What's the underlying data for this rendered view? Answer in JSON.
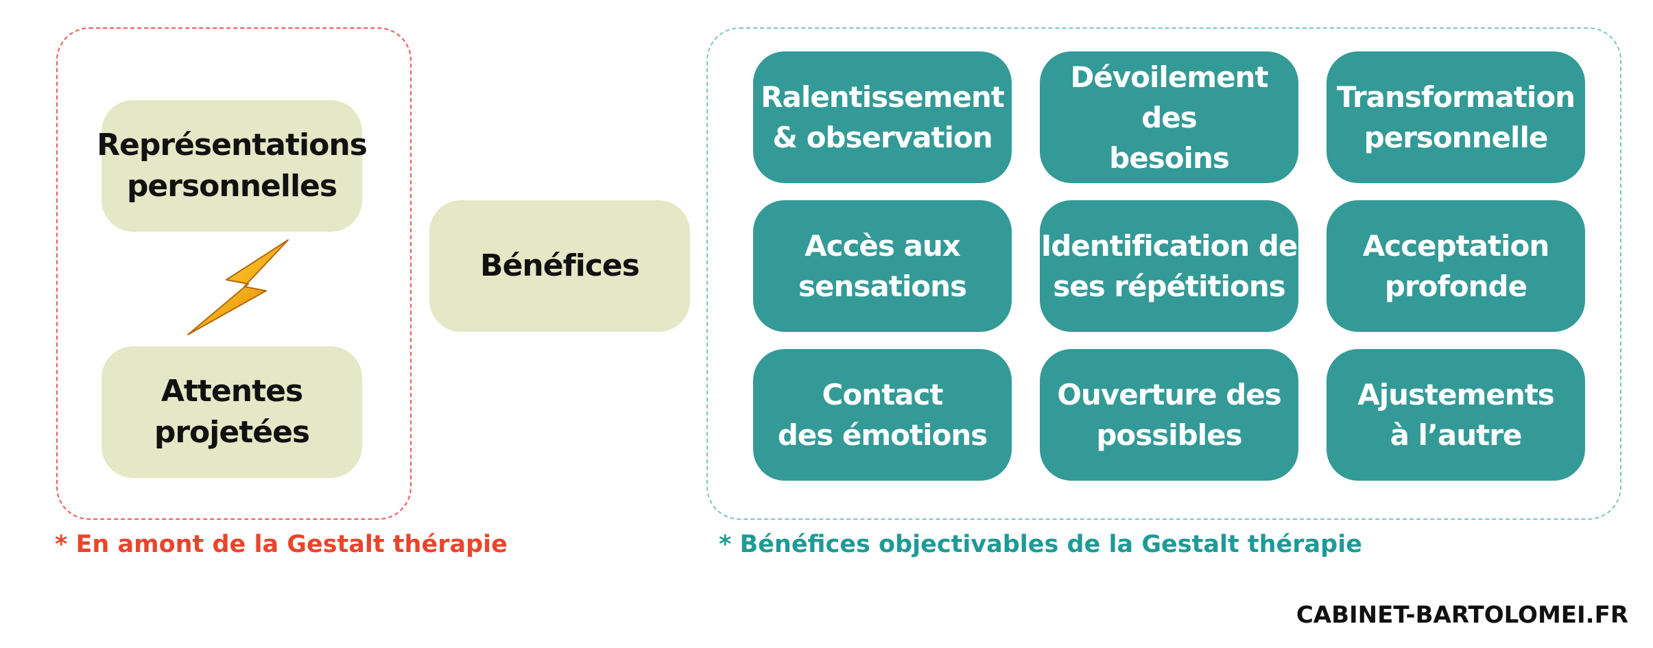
{
  "upstream": {
    "boxes": [
      {
        "label": "Représentations\npersonnelles"
      },
      {
        "label": "Attentes\nprojetées"
      }
    ],
    "icon": "lightning-icon",
    "caption": "* En amont de la Gestalt thérapie"
  },
  "center": {
    "label": "Bénéfices"
  },
  "benefits": {
    "items": [
      {
        "label": "Ralentissement\n& observation"
      },
      {
        "label": "Dévoilement des\nbesoins"
      },
      {
        "label": "Transformation\npersonnelle"
      },
      {
        "label": "Accès aux\nsensations"
      },
      {
        "label": "Identification de\nses répétitions"
      },
      {
        "label": "Acceptation\nprofonde"
      },
      {
        "label": "Contact\ndes émotions"
      },
      {
        "label": "Ouverture des\npossibles"
      },
      {
        "label": "Ajustements\nà l’autre"
      }
    ],
    "caption": "* Bénéfices objectivables de la Gestalt thérapie"
  },
  "footer": {
    "site": "CABINET-BARTOLOMEI.FR"
  },
  "colors": {
    "light_box": "#e5e8c6",
    "teal_box": "#339a97",
    "left_frame": "#f05a5a",
    "right_frame": "#7cc5bf",
    "left_caption": "#e9452c",
    "right_caption": "#1f9a96",
    "lightning": "#f4b41a"
  }
}
